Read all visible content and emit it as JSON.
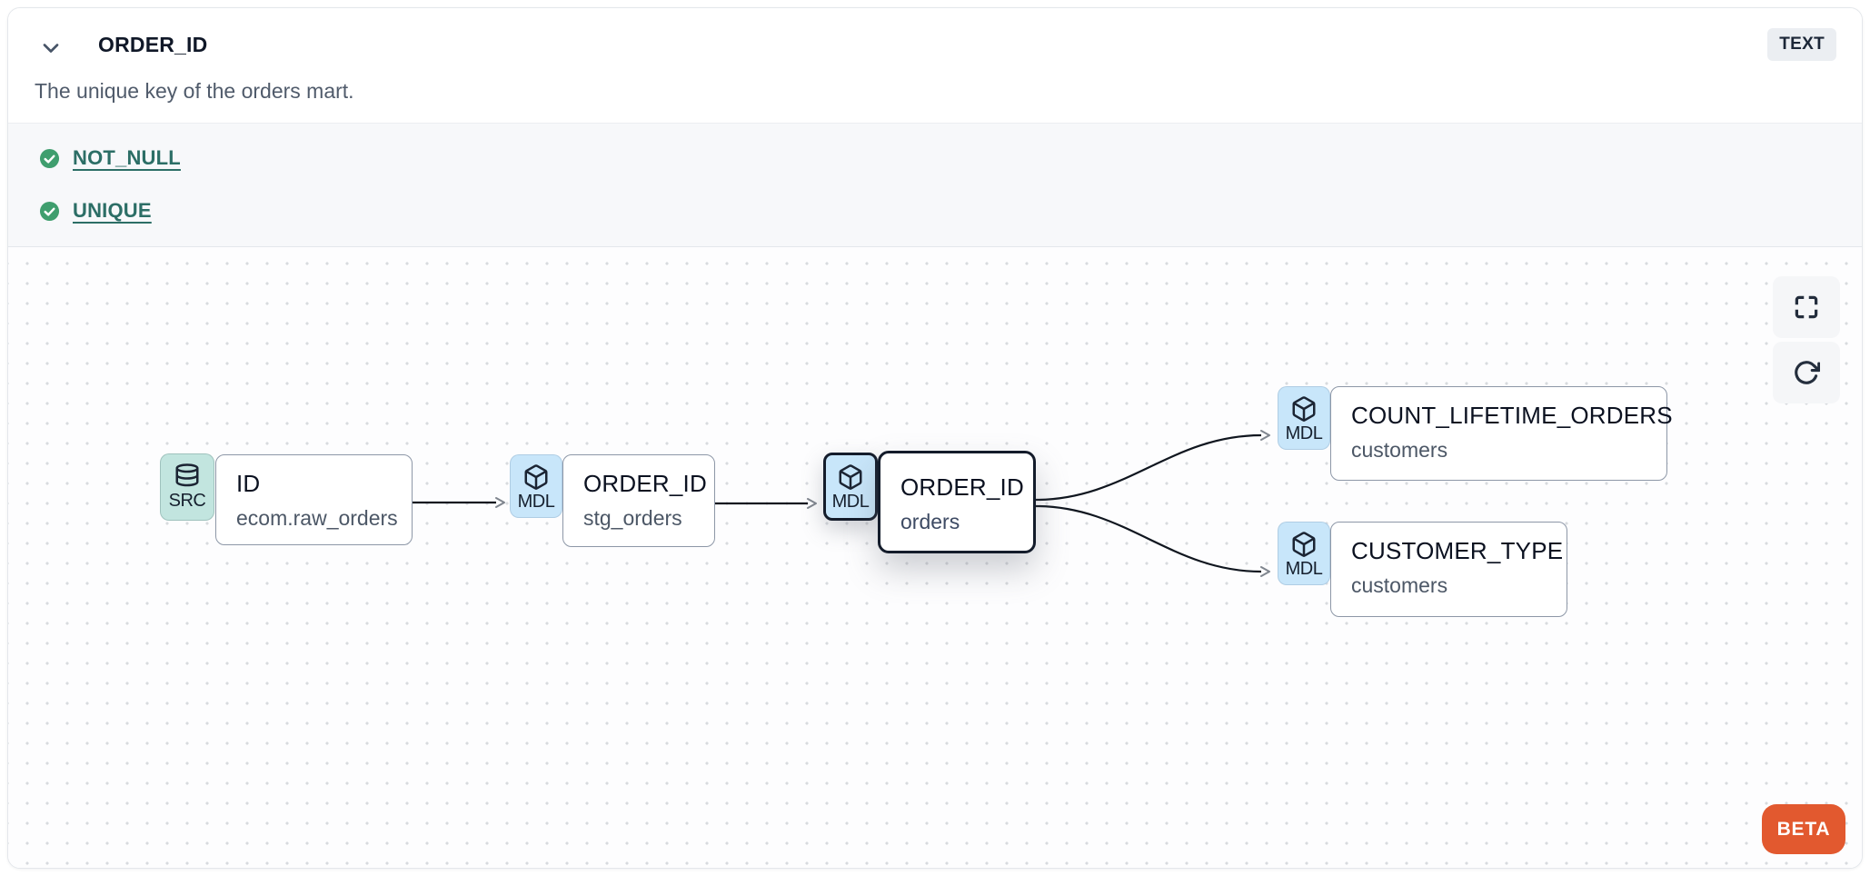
{
  "header": {
    "title": "ORDER_ID",
    "type_badge": "TEXT",
    "description": "The unique key of the orders mart."
  },
  "tests": {
    "items": [
      {
        "label": "NOT_NULL",
        "status": "pass"
      },
      {
        "label": "UNIQUE",
        "status": "pass"
      }
    ]
  },
  "lineage": {
    "nodes": [
      {
        "badge": "SRC",
        "icon": "database-icon",
        "title": "ID",
        "subtitle": "ecom.raw_orders",
        "highlighted": false
      },
      {
        "badge": "MDL",
        "icon": "cube-icon",
        "title": "ORDER_ID",
        "subtitle": "stg_orders",
        "highlighted": false
      },
      {
        "badge": "MDL",
        "icon": "cube-icon",
        "title": "ORDER_ID",
        "subtitle": "orders",
        "highlighted": true
      },
      {
        "badge": "MDL",
        "icon": "cube-icon",
        "title": "COUNT_LIFETIME_ORDERS",
        "subtitle": "customers",
        "highlighted": false
      },
      {
        "badge": "MDL",
        "icon": "cube-icon",
        "title": "CUSTOMER_TYPE",
        "subtitle": "customers",
        "highlighted": false
      }
    ],
    "edges": [
      {
        "from": 0,
        "to": 1
      },
      {
        "from": 1,
        "to": 2
      },
      {
        "from": 2,
        "to": 3
      },
      {
        "from": 2,
        "to": 4
      }
    ],
    "beta_label": "BETA"
  },
  "icons": {
    "collapse": "chevron-down-icon",
    "test_status": "check-circle-icon",
    "source": "database-icon",
    "model": "cube-icon",
    "fullscreen": "expand-icon",
    "refresh": "rotate-cw-icon"
  },
  "colors": {
    "src_badge": "#c2e5df",
    "mdl_badge": "#c8e6fa",
    "check_green": "#3f9e6e",
    "test_link": "#2c6e66",
    "beta_orange": "#e2592f",
    "highlight_border": "#141c2b",
    "type_badge_bg": "#ebeef2",
    "edge": "#10161f"
  }
}
